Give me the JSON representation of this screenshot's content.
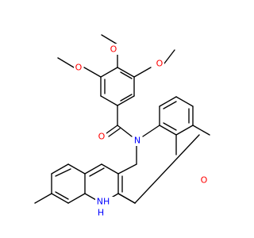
{
  "molecule": {
    "colors": {
      "bond": "#000000",
      "O": "#ff0000",
      "N": "#0000ff",
      "background": "#ffffff"
    },
    "atom_labels": {
      "o_methoxy_left": "O",
      "o_methoxy_top": "O",
      "o_methoxy_right": "O",
      "o_carbonyl": "O",
      "n_amide": "N",
      "nh_ring": "NH",
      "nh_ring_h": "H",
      "o_lactam": "O"
    }
  }
}
